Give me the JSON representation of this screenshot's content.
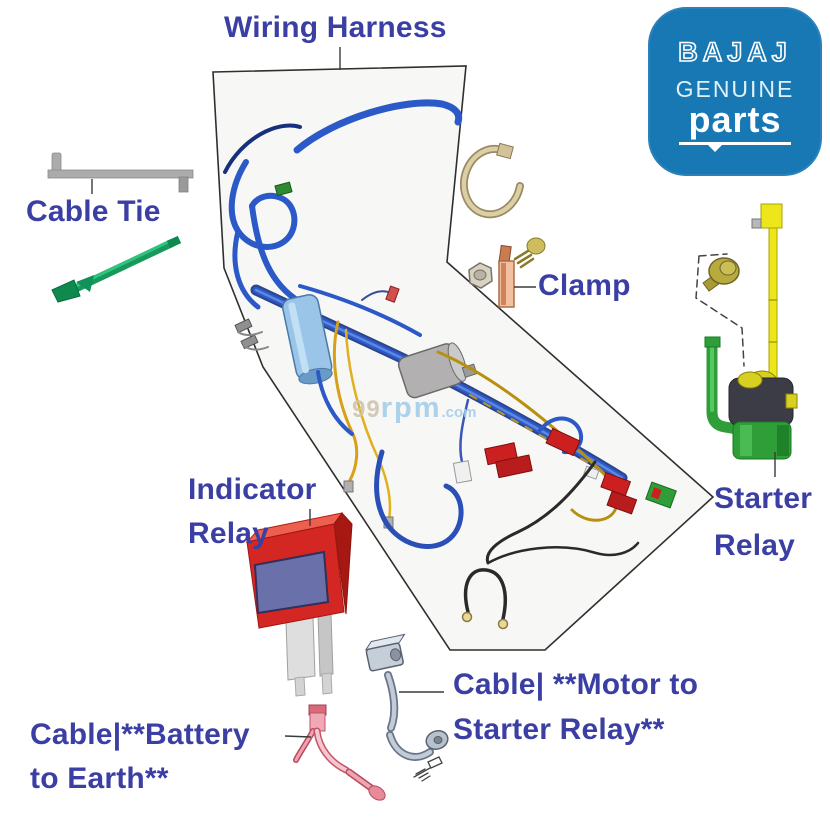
{
  "page": {
    "background_color": "#ffffff"
  },
  "logo": {
    "brand": "BAJAJ",
    "subtitle": "GENUINE",
    "subtitle2": "parts",
    "background_color": "#1878b4"
  },
  "watermark": {
    "part1": "99",
    "part2": "rpm",
    "part3": ".com"
  },
  "labels": {
    "wiring_harness": "Wiring Harness",
    "cable_tie": "Cable Tie",
    "clamp": "Clamp",
    "indicator_relay_line1": "Indicator",
    "indicator_relay_line2": "Relay",
    "starter_relay_line1": "Starter",
    "starter_relay_line2": "Relay",
    "cable_battery_line1": "Cable|**Battery",
    "cable_battery_line2": "to Earth**",
    "cable_motor_line1": "Cable| **Motor to",
    "cable_motor_line2": "Starter Relay**"
  },
  "diagram_parts": [
    "Wiring Harness",
    "Cable Tie",
    "Clamp",
    "Indicator Relay",
    "Starter Relay",
    "Cable|**Battery to Earth**",
    "Cable| **Motor to Starter Relay**"
  ],
  "colors": {
    "label_text": "#3b3fa3",
    "diagram_outline": "#2f2f2f",
    "logo_blue": "#1878b4",
    "harness_blue": "#2b59c8",
    "harness_dark_blue": "#16307e",
    "indicator_relay_red": "#d42723",
    "indicator_relay_band_blue": "#6a70aa",
    "starter_relay_green": "#2f9e38",
    "starter_relay_rod_yellow": "#ece61a",
    "clamp_copper": "#d08258",
    "clamp_ring_tan": "#d2c29a",
    "battery_cable_pink": "#f0a8b4",
    "motor_cable_steel": "#c2ccd8",
    "cable_tie_green": "#17995c",
    "cable_tie_gray": "#ababab",
    "wire_yellow": "#d8a018",
    "wire_black": "#2a2a2a",
    "watermark_tan": "#cfc6ae",
    "watermark_blue": "#a4cdea"
  }
}
